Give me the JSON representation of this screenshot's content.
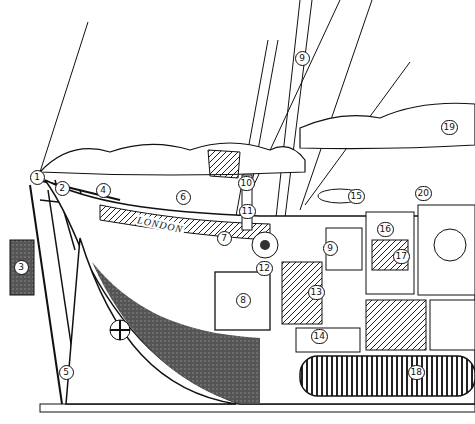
{
  "diagram": {
    "labels": [
      "1",
      "2",
      "3",
      "4",
      "5",
      "6",
      "7",
      "8",
      "9",
      "10",
      "11",
      "12",
      "9",
      "13",
      "14",
      "15",
      "16",
      "17",
      "18",
      "19",
      "20",
      "LONDON"
    ]
  }
}
